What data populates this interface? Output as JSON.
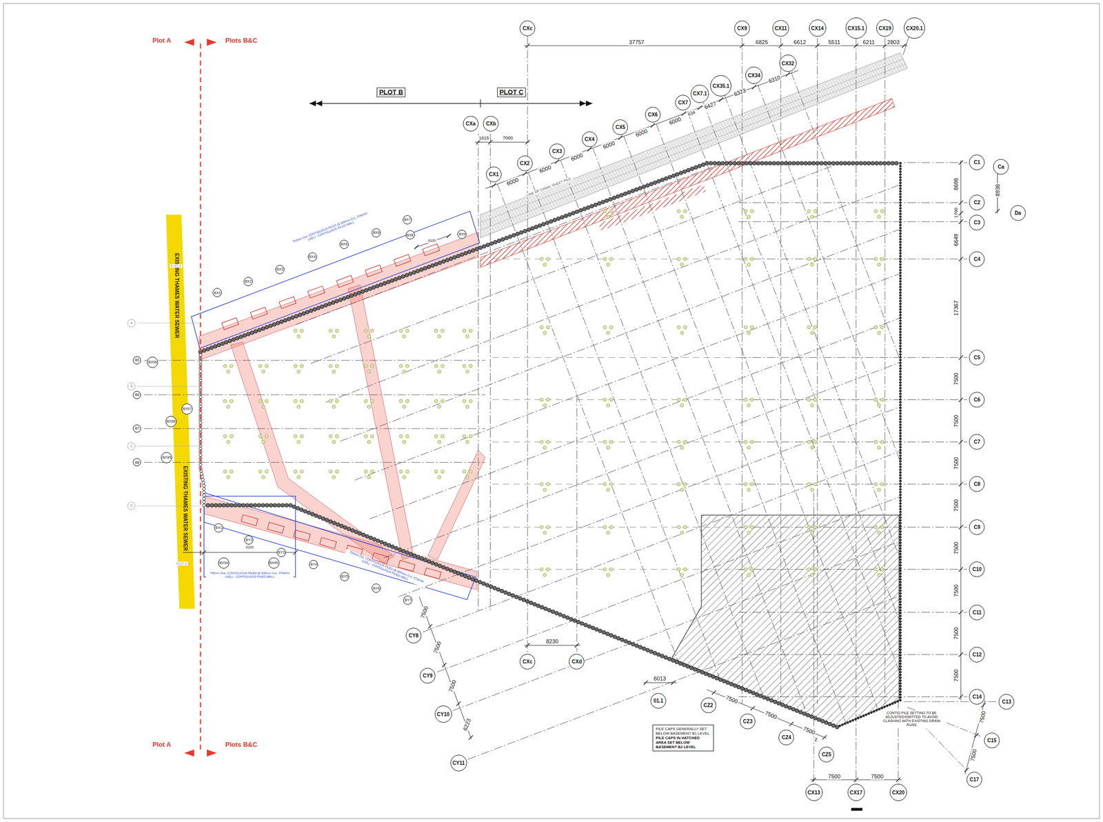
{
  "diagram": {
    "nodes": [
      {
        "text": [
          "CXc"
        ]
      },
      {
        "text": [
          "CX9"
        ]
      },
      {
        "text": [
          "CX11"
        ]
      },
      {
        "text": [
          "CX14"
        ]
      },
      {
        "text": [
          "CX15.1"
        ]
      },
      {
        "text": [
          "CX19"
        ]
      },
      {
        "text": [
          "CX20.1"
        ]
      },
      {
        "text": [
          "CX32"
        ]
      },
      {
        "text": [
          "CX34"
        ]
      },
      {
        "text": [
          "CX35.1"
        ]
      },
      {
        "text": [
          "CX7.1"
        ]
      },
      {
        "text": [
          "CX7"
        ]
      },
      {
        "text": [
          "CX6"
        ]
      },
      {
        "text": [
          "CX5"
        ]
      },
      {
        "text": [
          "CX4"
        ]
      },
      {
        "text": [
          "CX3"
        ]
      },
      {
        "text": [
          "CX2"
        ]
      },
      {
        "text": [
          "CX1"
        ]
      },
      {
        "text": [
          "CXa"
        ]
      },
      {
        "text": [
          "CXb"
        ]
      },
      {
        "text": [
          "C1"
        ]
      },
      {
        "text": [
          "Ca"
        ]
      },
      {
        "text": [
          "C2"
        ]
      },
      {
        "text": [
          "C3"
        ]
      },
      {
        "text": [
          "Da"
        ]
      },
      {
        "text": [
          "C4"
        ]
      },
      {
        "text": [
          "C5"
        ]
      },
      {
        "text": [
          "C6"
        ]
      },
      {
        "text": [
          "C7"
        ]
      },
      {
        "text": [
          "C8"
        ]
      },
      {
        "text": [
          "C9"
        ]
      },
      {
        "text": [
          "C10"
        ]
      },
      {
        "text": [
          "C11"
        ]
      },
      {
        "text": [
          "C12"
        ]
      },
      {
        "text": [
          "C14"
        ]
      },
      {
        "text": [
          "C13"
        ]
      },
      {
        "text": [
          "C15"
        ]
      },
      {
        "text": [
          "C17"
        ]
      },
      {
        "text": [
          "CX13"
        ]
      },
      {
        "text": [
          "CX17"
        ]
      },
      {
        "text": [
          "CX20"
        ]
      },
      {
        "text": [
          "CZ5"
        ]
      },
      {
        "text": [
          "CZ4"
        ]
      },
      {
        "text": [
          "CZ3"
        ]
      },
      {
        "text": [
          "CZ2"
        ]
      },
      {
        "text": [
          "01.1"
        ]
      },
      {
        "text": [
          "CXd"
        ]
      },
      {
        "text": [
          "CXc"
        ]
      },
      {
        "text": [
          "CY8"
        ]
      },
      {
        "text": [
          "CY9"
        ]
      },
      {
        "text": [
          "CY10"
        ]
      },
      {
        "text": [
          "CY11"
        ]
      },
      {
        "text": [
          "BX1"
        ]
      },
      {
        "text": [
          "BX2"
        ]
      },
      {
        "text": [
          "BX3"
        ]
      },
      {
        "text": [
          "BX4"
        ]
      },
      {
        "text": [
          "BX5"
        ]
      },
      {
        "text": [
          "BX6"
        ]
      },
      {
        "text": [
          "BX7"
        ]
      },
      {
        "text": [
          "BX8"
        ]
      },
      {
        "text": [
          "BX9"
        ]
      },
      {
        "text": [
          "BY1"
        ]
      },
      {
        "text": [
          "BY2"
        ]
      },
      {
        "text": [
          "BY3"
        ]
      },
      {
        "text": [
          "BY4"
        ]
      },
      {
        "text": [
          "BY5"
        ]
      },
      {
        "text": [
          "BY6"
        ]
      },
      {
        "text": [
          "BY7"
        ]
      },
      {
        "text": [
          "BX94"
        ]
      },
      {
        "text": [
          "BX95"
        ]
      },
      {
        "text": [
          "BX96"
        ]
      },
      {
        "text": [
          "BX97"
        ]
      },
      {
        "text": [
          "BX98"
        ]
      },
      {
        "text": [
          "BX99"
        ]
      },
      {
        "text": [
          "B5"
        ]
      },
      {
        "text": [
          "B6"
        ]
      },
      {
        "text": [
          "B7"
        ]
      },
      {
        "text": [
          "B8"
        ]
      },
      {
        "text": [
          "A"
        ]
      },
      {
        "text": [
          "B"
        ]
      },
      {
        "text": [
          "C"
        ]
      },
      {
        "text": [
          "D"
        ]
      },
      {
        "text": [
          "PILE CAPS GENERALLY SET BELOW BASEMENT B1 LEVEL",
          "PILE CAPS IN HATCHED AREA SET BELOW BASEMENT B2 LEVEL"
        ]
      }
    ],
    "edges": [
      {
        "from": 0,
        "to": 47,
        "arrow": "none"
      }
    ],
    "labels": [
      "Plot A",
      "Plots B&C",
      "Plot A",
      "Plots B&C",
      "PLOT B",
      "PLOT C",
      "37757",
      "6825",
      "6612",
      "5511",
      "6211",
      "2803",
      "6310",
      "6323",
      "6427",
      "634",
      "6000",
      "6000",
      "6000",
      "6000",
      "6000",
      "6000",
      "1615",
      "7000",
      "LINE OF CANAL SHEET PILE",
      "8698",
      "1700",
      "6649",
      "17367",
      "7500",
      "7500",
      "7500",
      "7500",
      "7500",
      "7500",
      "7500",
      "7500",
      "8938",
      "7500",
      "7500",
      "7500",
      "7500",
      "8230",
      "6013",
      "7500",
      "7500",
      "7500",
      "Z",
      "7500",
      "7500",
      "7500",
      "6223",
      "EXISTING THAMES WATER SEWER",
      "EXISTING THAMES WATER SEWER",
      "CONTIG PILE SETTING TO BE ADJUSTED/OMITTED TO AVOID CLASHING WITH EXISTING DRAIN RUNS",
      "750mm Dia. CONTIGUOUS PILES @ 900mm Crs. 3TW/hH (UDL) - CONTIGUOUS PILED WALL",
      "750mm Dia. CONTIGUOUS PILES @ 900mm Crs. 3TW/hH (UDL) - CONTIGUOUS PILED WALL",
      "750mm Dia. CONTIGUOUS PILES @ 900mm Crs. 3TW/hH (UDL) - CONTIGUOUS PILED WALL",
      "9100",
      "9100",
      "PLOT A",
      "PLOT A"
    ]
  }
}
